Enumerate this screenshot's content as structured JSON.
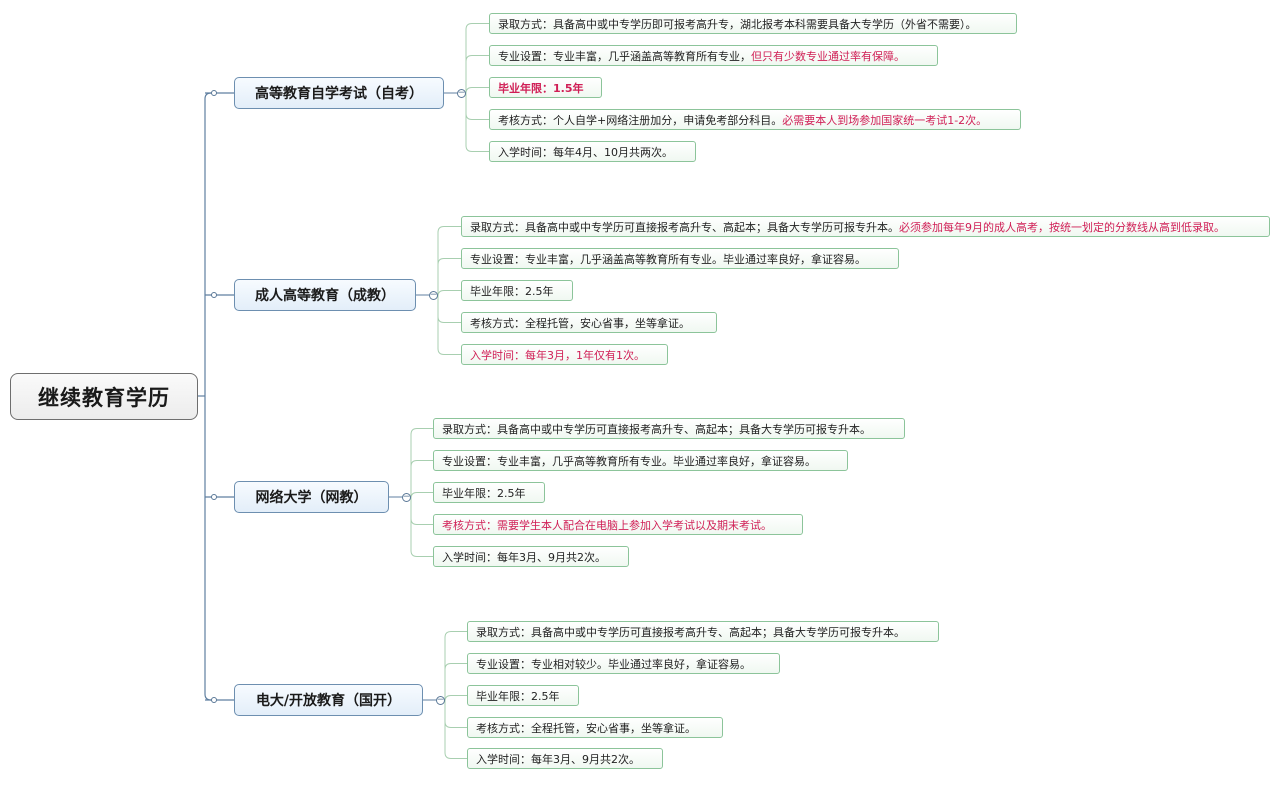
{
  "root": {
    "label": "继续教育学历"
  },
  "colors": {
    "connector": "#5f7fa0",
    "leaf_connector": "#a8cfb0",
    "highlight": "#d01f56"
  },
  "branches": [
    {
      "label": "高等教育自学考试（自考）",
      "items": [
        {
          "parts": [
            {
              "text": "录取方式：具备高中或中专学历即可报考高升专，湖北报考本科需要具备大专学历（外省不需要）。"
            }
          ]
        },
        {
          "parts": [
            {
              "text": "专业设置：专业丰富，几乎涵盖高等教育所有专业，"
            },
            {
              "text": "但只有少数专业通过率有保障。",
              "hl": true
            }
          ]
        },
        {
          "parts": [
            {
              "text": "毕业年限：1.5年"
            }
          ],
          "style": "red bold"
        },
        {
          "parts": [
            {
              "text": "考核方式：个人自学+网络注册加分，申请免考部分科目。"
            },
            {
              "text": "必需要本人到场参加国家统一考试1-2次。",
              "hl": true
            }
          ]
        },
        {
          "parts": [
            {
              "text": "入学时间：每年4月、10月共两次。"
            }
          ]
        }
      ]
    },
    {
      "label": "成人高等教育（成教）",
      "items": [
        {
          "parts": [
            {
              "text": "录取方式：具备高中或中专学历可直接报考高升专、高起本；具备大专学历可报专升本。"
            },
            {
              "text": "必须参加每年9月的成人高考，按统一划定的分数线从高到低录取。",
              "hl": true
            }
          ]
        },
        {
          "parts": [
            {
              "text": "专业设置：专业丰富，几乎涵盖高等教育所有专业。毕业通过率良好，拿证容易。"
            }
          ]
        },
        {
          "parts": [
            {
              "text": "毕业年限：2.5年"
            }
          ]
        },
        {
          "parts": [
            {
              "text": "考核方式：全程托管，安心省事，坐等拿证。"
            }
          ]
        },
        {
          "parts": [
            {
              "text": "入学时间：每年3月，1年仅有1次。"
            }
          ],
          "style": "red"
        }
      ]
    },
    {
      "label": "网络大学（网教）",
      "items": [
        {
          "parts": [
            {
              "text": "录取方式：具备高中或中专学历可直接报考高升专、高起本；具备大专学历可报专升本。"
            }
          ]
        },
        {
          "parts": [
            {
              "text": "专业设置：专业丰富，几乎高等教育所有专业。毕业通过率良好，拿证容易。"
            }
          ]
        },
        {
          "parts": [
            {
              "text": "毕业年限：2.5年"
            }
          ]
        },
        {
          "parts": [
            {
              "text": "考核方式：需要学生本人配合在电脑上参加入学考试以及期末考试。"
            }
          ],
          "style": "red"
        },
        {
          "parts": [
            {
              "text": "入学时间：每年3月、9月共2次。"
            }
          ]
        }
      ]
    },
    {
      "label": "电大/开放教育（国开）",
      "items": [
        {
          "parts": [
            {
              "text": "录取方式：具备高中或中专学历可直接报考高升专、高起本；具备大专学历可报专升本。"
            }
          ]
        },
        {
          "parts": [
            {
              "text": "专业设置：专业相对较少。毕业通过率良好，拿证容易。"
            }
          ]
        },
        {
          "parts": [
            {
              "text": "毕业年限：2.5年"
            }
          ]
        },
        {
          "parts": [
            {
              "text": "考核方式：全程托管，安心省事，坐等拿证。"
            }
          ]
        },
        {
          "parts": [
            {
              "text": "入学时间：每年3月、9月共2次。"
            }
          ]
        }
      ]
    }
  ]
}
